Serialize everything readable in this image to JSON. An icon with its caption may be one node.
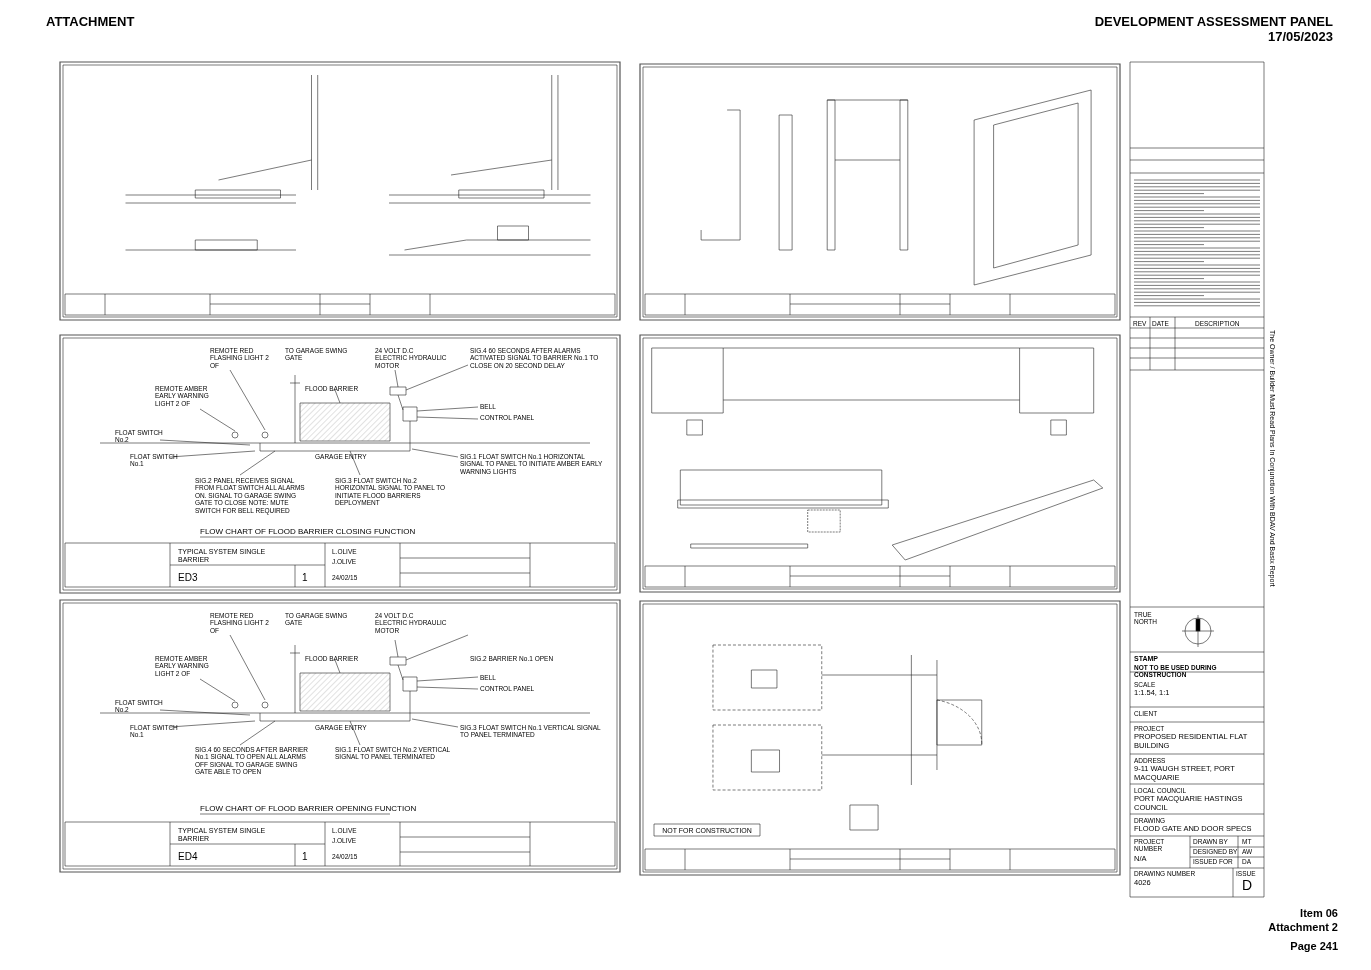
{
  "diagram": {
    "labels": [
      "ATTACHMENT",
      "DEVELOPMENT ASSESSMENT PANEL",
      "17/05/2023",
      "REMOTE RED FLASHING LIGHT 2 OF",
      "TO GARAGE SWING GATE",
      "24 VOLT D.C ELECTRIC HYDRAULIC MOTOR",
      "SIG.4 60 SECONDS AFTER ALARMS ACTIVATED SIGNAL TO BARRIER No.1 TO CLOSE ON 20 SECOND DELAY",
      "REMOTE AMBER EARLY WARNING LIGHT 2 OF",
      "FLOOD BARRIER",
      "BELL",
      "CONTROL PANEL",
      "FLOAT SWITCH No.2",
      "FLOAT SWITCH No.1",
      "GARAGE ENTRY",
      "SIG.1 FLOAT SWITCH No.1 HORIZONTAL SIGNAL TO PANEL TO INITIATE AMBER EARLY WARNING LIGHTS",
      "SIG.2 PANEL RECEIVES SIGNAL FROM FLOAT SWITCH ALL ALARMS ON. SIGNAL TO GARAGE SWING GATE TO CLOSE NOTE: MUTE SWITCH FOR BELL REQUIRED",
      "SIG.3 FLOAT SWITCH No.2 HORIZONTAL SIGNAL TO PANEL TO INITIATE FLOOD BARRIERS DEPLOYMENT",
      "FLOW CHART OF FLOOD BARRIER CLOSING FUNCTION",
      "TYPICAL SYSTEM SINGLE BARRIER",
      "L.OLIVE",
      "J.OLIVE",
      "ED3",
      "1",
      "24/02/15",
      "REMOTE RED FLASHING LIGHT 2 OF",
      "TO GARAGE SWING GATE",
      "24 VOLT D.C ELECTRIC HYDRAULIC MOTOR",
      "REMOTE AMBER EARLY WARNING LIGHT 2 OF",
      "FLOOD BARRIER",
      "SIG.2 BARRIER No.1 OPEN",
      "BELL",
      "CONTROL PANEL",
      "FLOAT SWITCH No.2",
      "FLOAT SWITCH No.1",
      "GARAGE ENTRY",
      "SIG.3 FLOAT SWITCH No.1 VERTICAL SIGNAL TO PANEL TERMINATED",
      "SIG.4 60 SECONDS AFTER BARRIER No.1 SIGNAL TO OPEN ALL ALARMS OFF SIGNAL TO GARAGE SWING GATE ABLE TO OPEN",
      "SIG.1 FLOAT SWITCH No.2 VERTICAL SIGNAL TO PANEL TERMINATED",
      "FLOW CHART OF FLOOD BARRIER OPENING FUNCTION",
      "TYPICAL SYSTEM SINGLE BARRIER",
      "L.OLIVE",
      "J.OLIVE",
      "ED4",
      "1",
      "24/02/15",
      "NOT FOR CONSTRUCTION",
      "REV",
      "DATE",
      "DESCRIPTION",
      "TRUE NORTH",
      "STAMP",
      "NOT TO BE USED DURING CONSTRUCTION",
      "SCALE",
      "1:1.54, 1:1",
      "CLIENT",
      "PROJECT",
      "PROPOSED RESIDENTIAL FLAT BUILDING",
      "ADDRESS",
      "9-11 WAUGH STREET, PORT MACQUARIE",
      "LOCAL COUNCIL",
      "PORT MACQUARIE HASTINGS COUNCIL",
      "DRAWING",
      "FLOOD GATE AND DOOR SPECS",
      "PROJECT NUMBER",
      "DRAWN BY",
      "MT",
      "N/A",
      "DESIGNED BY",
      "AW",
      "ISSUED FOR",
      "DA",
      "DRAWING NUMBER",
      "ISSUE",
      "4026",
      "D",
      "The Owner / Builder Must Read Plans In Conjunction With BDAV And Basix Report",
      "Item 06",
      "Attachment 2",
      "Page 241"
    ]
  }
}
